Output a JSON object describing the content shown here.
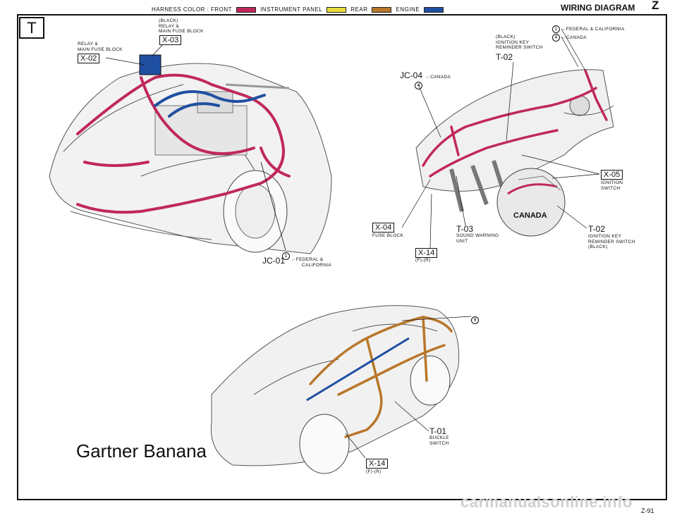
{
  "legend": {
    "prefix": "HARNESS COLOR : FRONT",
    "instrument": "INSTRUMENT PANEL",
    "rear": "REAR",
    "engine": "ENGINE",
    "colors": {
      "front": "#c0285a",
      "instrument": "#e8dc3c",
      "rear": "#b8772a",
      "engine": "#1f4fa0"
    }
  },
  "header": {
    "title": "WIRING DIAGRAM",
    "letter": "Z"
  },
  "section": "T",
  "engine_bay": {
    "x03_note1": "(BLACK)",
    "x03_note2": "RELAY &",
    "x03_note3": "MAIN FUSE BLOCK",
    "x03_code": "X-03",
    "x02_note1": "RELAY &",
    "x02_note2": "MAIN FUSE BLOCK",
    "x02_code": "X-02",
    "jc01_num": "1",
    "jc01_code": "JC-01",
    "jc01_note1": "←FEDERAL &",
    "jc01_note2": "CALIFORNIA"
  },
  "dash": {
    "fed_num": "1",
    "fed_note": "←FEDERAL & CALIFORNIA",
    "can_num": "4",
    "can_note": "←CANADA",
    "t02_note1": "(BLACK)",
    "t02_note2": "IGNITION KEY",
    "t02_note3": "REMINDER SWITCH",
    "t02_code": "T-02",
    "jc04_code": "JC-04",
    "jc04_note": "←CANADA",
    "jc04_num": "4",
    "x05_code": "X-05",
    "x05_note1": "IGNITION",
    "x05_note2": "SWITCH",
    "canada": "CANADA",
    "t02b_code": "T-02",
    "t02b_note1": "IGNITION KEY",
    "t02b_note2": "REMINDER SWITCH",
    "t02b_note3": "(BLACK)",
    "x04_code": "X-04",
    "x04_note": "FUSE BLOCK",
    "t03_code": "T-03",
    "t03_note1": "SOUND WARNING",
    "t03_note2": "UNIT",
    "x14_code": "X-14",
    "x14_note": "(F)-(R)"
  },
  "rear": {
    "num9": "9",
    "t01_code": "T-01",
    "t01_note1": "BUCKLE",
    "t01_note2": "SWITCH",
    "x14_code": "X-14",
    "x14_note": "(F)-(R)"
  },
  "watermark": "Gartner Banana",
  "footer": "carmanualsonline.info",
  "page_number": "Z-91"
}
